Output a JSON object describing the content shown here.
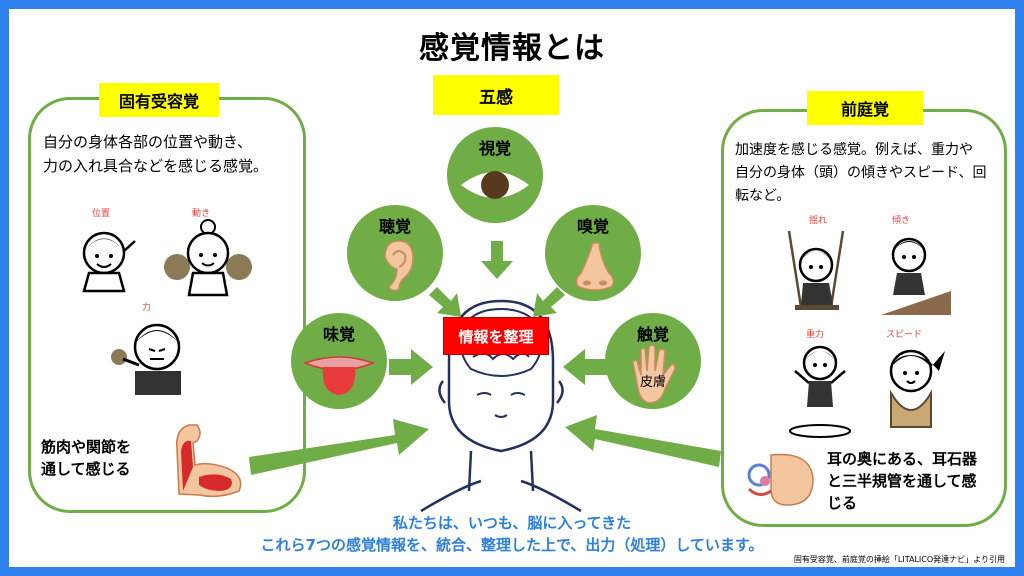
{
  "title": "感覚情報とは",
  "left_panel": {
    "heading": "固有受容覚",
    "desc_line1": "自分の身体各部の位置や動き、",
    "desc_line2": "力の入れ具合などを感じる感覚。",
    "labels": {
      "position": "位置",
      "movement": "動き",
      "force": "力"
    },
    "muscle_line1": "筋肉や関節を",
    "muscle_line2": "通して感じる"
  },
  "center": {
    "heading": "五感",
    "senses": {
      "sight": "視覚",
      "hearing": "聴覚",
      "smell": "嗅覚",
      "taste": "味覚",
      "touch": "触覚",
      "skin": "皮膚"
    },
    "brain_label": "情報を整理"
  },
  "right_panel": {
    "heading": "前庭覚",
    "desc_line1": "加速度を感じる感覚。例えば、重力や",
    "desc_line2": "自分の身体（頭）の傾きやスピード、回",
    "desc_line3": "転など。",
    "labels": {
      "swing": "揺れ",
      "tilt": "傾き",
      "gravity": "重力",
      "speed": "スピード"
    },
    "ear_line1": "耳の奥にある、耳石器",
    "ear_line2": "と三半規管を通して感",
    "ear_line3": "じる"
  },
  "bottom": {
    "line1": "私たちは、いつも、脳に入ってきた",
    "line2": "これら7つの感覚情報を、統合、整理した上で、出力（処理）しています。"
  },
  "credit": "固有受容覚、前庭覚の挿絵「LITALICO発達ナビ」より引用",
  "colors": {
    "frame_blue": "#2f82f0",
    "panel_green": "#70ad47",
    "heading_yellow": "#ffff00",
    "brain_red": "#ff0000",
    "bottom_text_blue": "#2f7fdc"
  }
}
